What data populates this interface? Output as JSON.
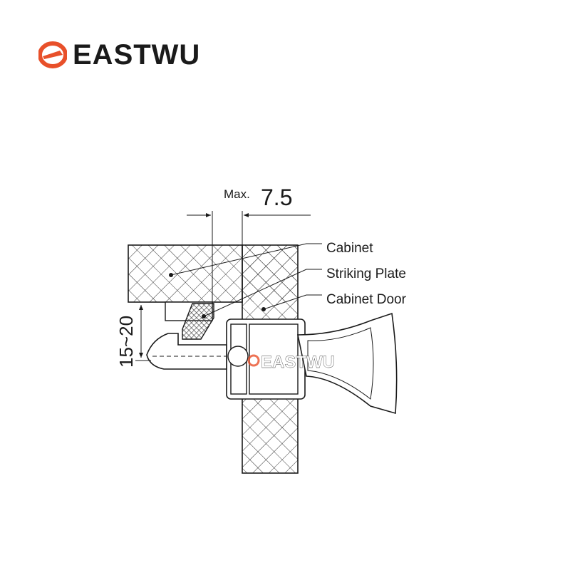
{
  "brand": {
    "name": "EASTWU",
    "accent_color": "#e8502a",
    "text_color": "#1a1a1a"
  },
  "dimensions": {
    "max_prefix": "Max.",
    "max_value": "7.5",
    "range": "15~20"
  },
  "labels": {
    "cabinet": "Cabinet",
    "striking_plate": "Striking Plate",
    "cabinet_door": "Cabinet Door"
  },
  "watermark": {
    "text": "EASTWU"
  }
}
